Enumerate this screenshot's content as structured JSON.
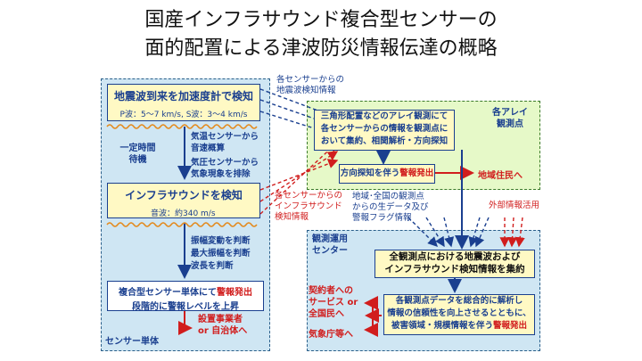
{
  "title": {
    "line1": "国産インフラサウンド複合型センサーの",
    "line2": "面的配置による津波防災情報伝達の概略"
  },
  "sensor_unit": {
    "box1_title": "地震波到来を加速度計で検知",
    "box1_sub": "P波：5〜7 km/s, S波：3〜4 km/s",
    "wait_label_1": "一定時間",
    "wait_label_2": "待機",
    "steps_a": [
      "気温センサーから",
      "音速概算",
      "気圧センサーから",
      "気象現象を排除"
    ],
    "box2_title": "インフラサウンドを検知",
    "box2_sub": "音波：約340 m/s",
    "steps_b": [
      "振幅変動を判断",
      "最大振幅を判断",
      "波長を判断"
    ],
    "box3_pre": "複合型センサー単体にて",
    "box3_red": "警報発出",
    "box3_line2": "段階的に警報レベルを上昇",
    "out_line1": "設置事業者",
    "out_line2": "or 自治体へ",
    "label": "センサー単体"
  },
  "array_station": {
    "label_1": "各アレイ",
    "label_2": "観測点",
    "text": [
      "三角形配置などのアレイ観測にて",
      "各センサーからの情報を観測点に",
      "おいて集約、相関解析・方向探知"
    ],
    "alert_pre": "方向探知を伴う",
    "alert_red": "警報発出",
    "to_residents": "地域住民へ"
  },
  "annotations": {
    "seismic_1": "各センサーからの",
    "seismic_2": "地震波検知情報",
    "infra_1": "各センサーからの",
    "infra_2": "インフラサウンド",
    "infra_3": "検知情報",
    "regional_1": "地域･全国の観測点",
    "regional_2": "からの生データ及び",
    "regional_3": "警報フラグ情報",
    "external": "外部情報活用"
  },
  "operation_center": {
    "label_1": "観測運用",
    "label_2": "センター",
    "agg_1": "全観測点における地震波および",
    "agg_2": "インフラサウンド検知情報を集約",
    "analysis": [
      "各観測点データを総合的に解析し",
      "情報の信頼性を向上させるとともに、"
    ],
    "analysis_pre": "被害領域・規模情報を伴う",
    "analysis_red": "警報発出",
    "service_1": "契約者への",
    "service_2": "サービス or",
    "service_3": "全国民へ",
    "jma": "気象庁等へ"
  },
  "colors": {
    "blue_panel": "#cfe6f3",
    "green_panel": "#e6f9c8",
    "yellow_box": "#fff9c4",
    "red": "#d11d1d",
    "navy": "#1a3f8f"
  }
}
